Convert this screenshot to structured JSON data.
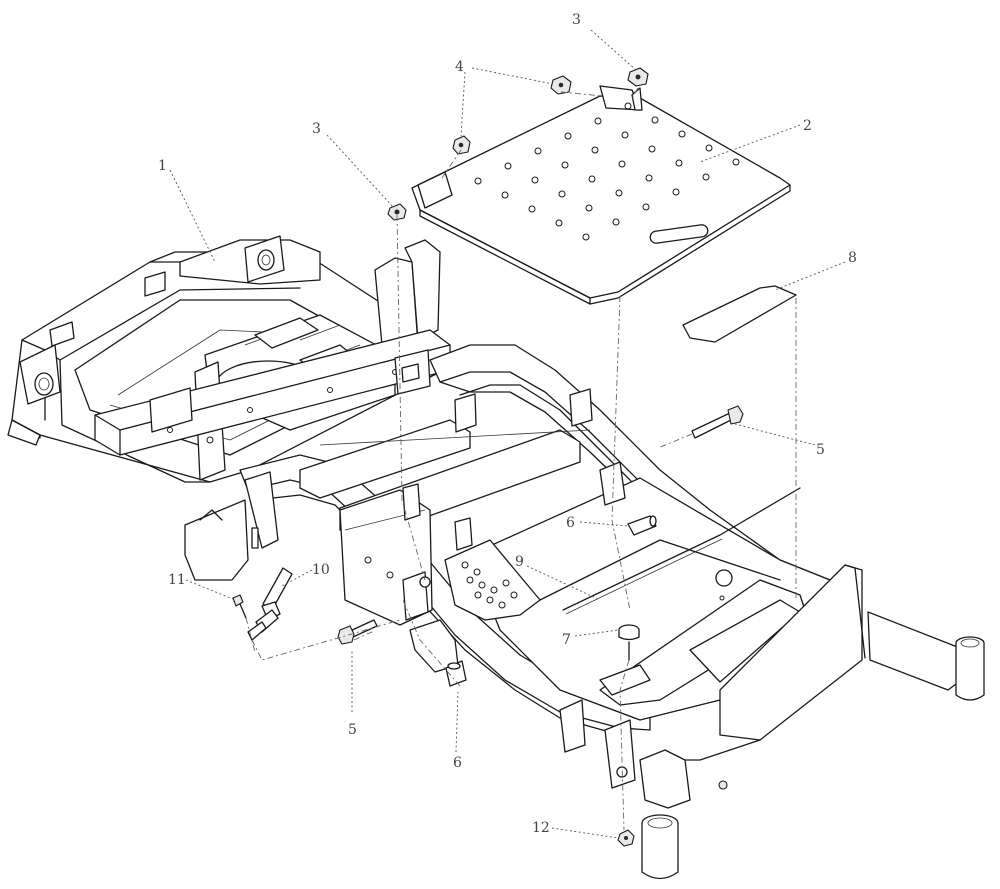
{
  "diagram": {
    "callouts": [
      {
        "id": "c1",
        "label": "1"
      },
      {
        "id": "c2",
        "label": "2"
      },
      {
        "id": "c3a",
        "label": "3"
      },
      {
        "id": "c3b",
        "label": "3"
      },
      {
        "id": "c4",
        "label": "4"
      },
      {
        "id": "c5a",
        "label": "5"
      },
      {
        "id": "c5b",
        "label": "5"
      },
      {
        "id": "c6a",
        "label": "6"
      },
      {
        "id": "c6b",
        "label": "6"
      },
      {
        "id": "c7",
        "label": "7"
      },
      {
        "id": "c8",
        "label": "8"
      },
      {
        "id": "c9",
        "label": "9"
      },
      {
        "id": "c10",
        "label": "10"
      },
      {
        "id": "c11",
        "label": "11"
      },
      {
        "id": "c12",
        "label": "12"
      }
    ]
  }
}
